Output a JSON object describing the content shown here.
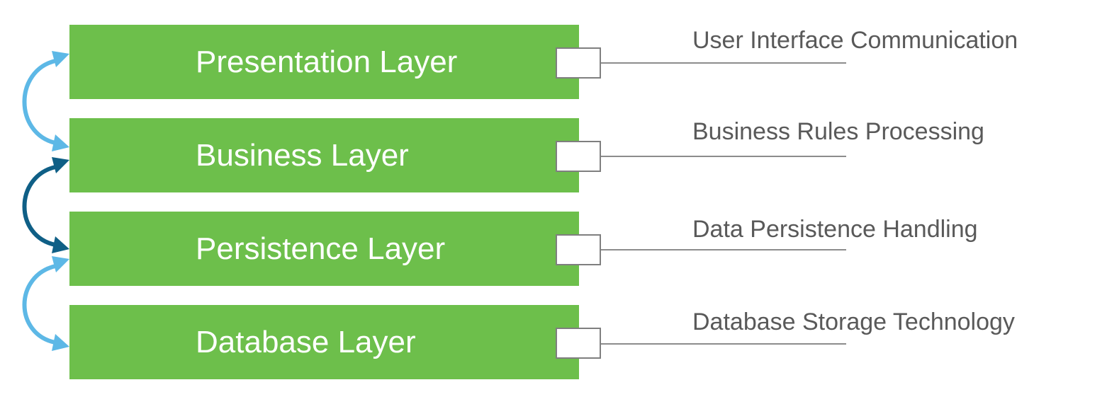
{
  "layers": [
    {
      "label": "Presentation Layer",
      "description": "User Interface Communication"
    },
    {
      "label": "Business Layer",
      "description": "Business Rules Processing"
    },
    {
      "label": "Persistence Layer",
      "description": "Data Persistence Handling"
    },
    {
      "label": "Database Layer",
      "description": "Database Storage Technology"
    }
  ],
  "colors": {
    "layer_fill": "#6dbf4b",
    "layer_text": "#ffffff",
    "arrow_light": "#5db8e6",
    "arrow_dark": "#0f5f86",
    "description_text": "#595959",
    "connector_stroke": "#7f7f7f"
  },
  "icons": {
    "arrow_1": "curved-double-arrow-icon",
    "arrow_2": "curved-double-arrow-icon",
    "arrow_3": "curved-double-arrow-icon"
  }
}
